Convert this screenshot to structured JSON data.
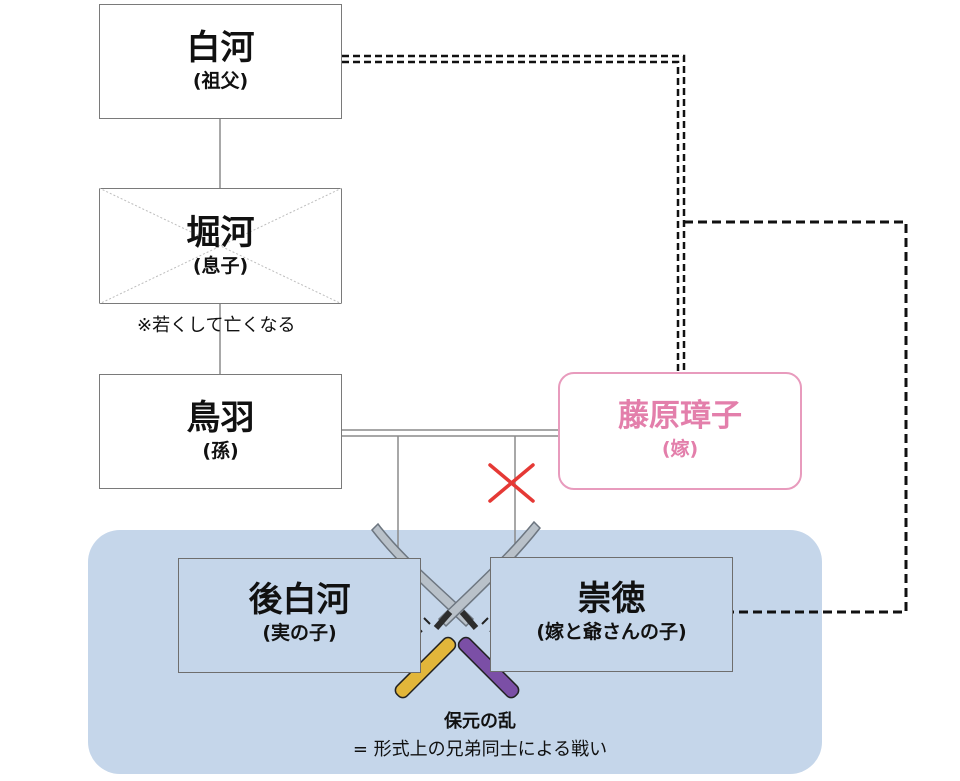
{
  "people": {
    "shirakawa": {
      "name": "白河",
      "role": "(祖父)"
    },
    "horikawa": {
      "name": "堀河",
      "role": "(息子)",
      "note": "※若くして亡くなる"
    },
    "toba": {
      "name": "鳥羽",
      "role": "(孫)"
    },
    "tamako": {
      "name": "藤原璋子",
      "role": "(嫁)"
    },
    "goshirakawa": {
      "name": "後白河",
      "role": "(実の子)"
    },
    "sutoku": {
      "name": "崇徳",
      "role": "(嫁と爺さんの子)"
    }
  },
  "caption": {
    "title": "保元の乱",
    "subtitle": "= 形式上の兄弟同士による戦い"
  },
  "colors": {
    "panel": "#c5d6ea",
    "pink": "#e37fab",
    "cross": "#e53935",
    "hilt_gold": "#e2b63a",
    "hilt_purple": "#7b4fa6"
  }
}
